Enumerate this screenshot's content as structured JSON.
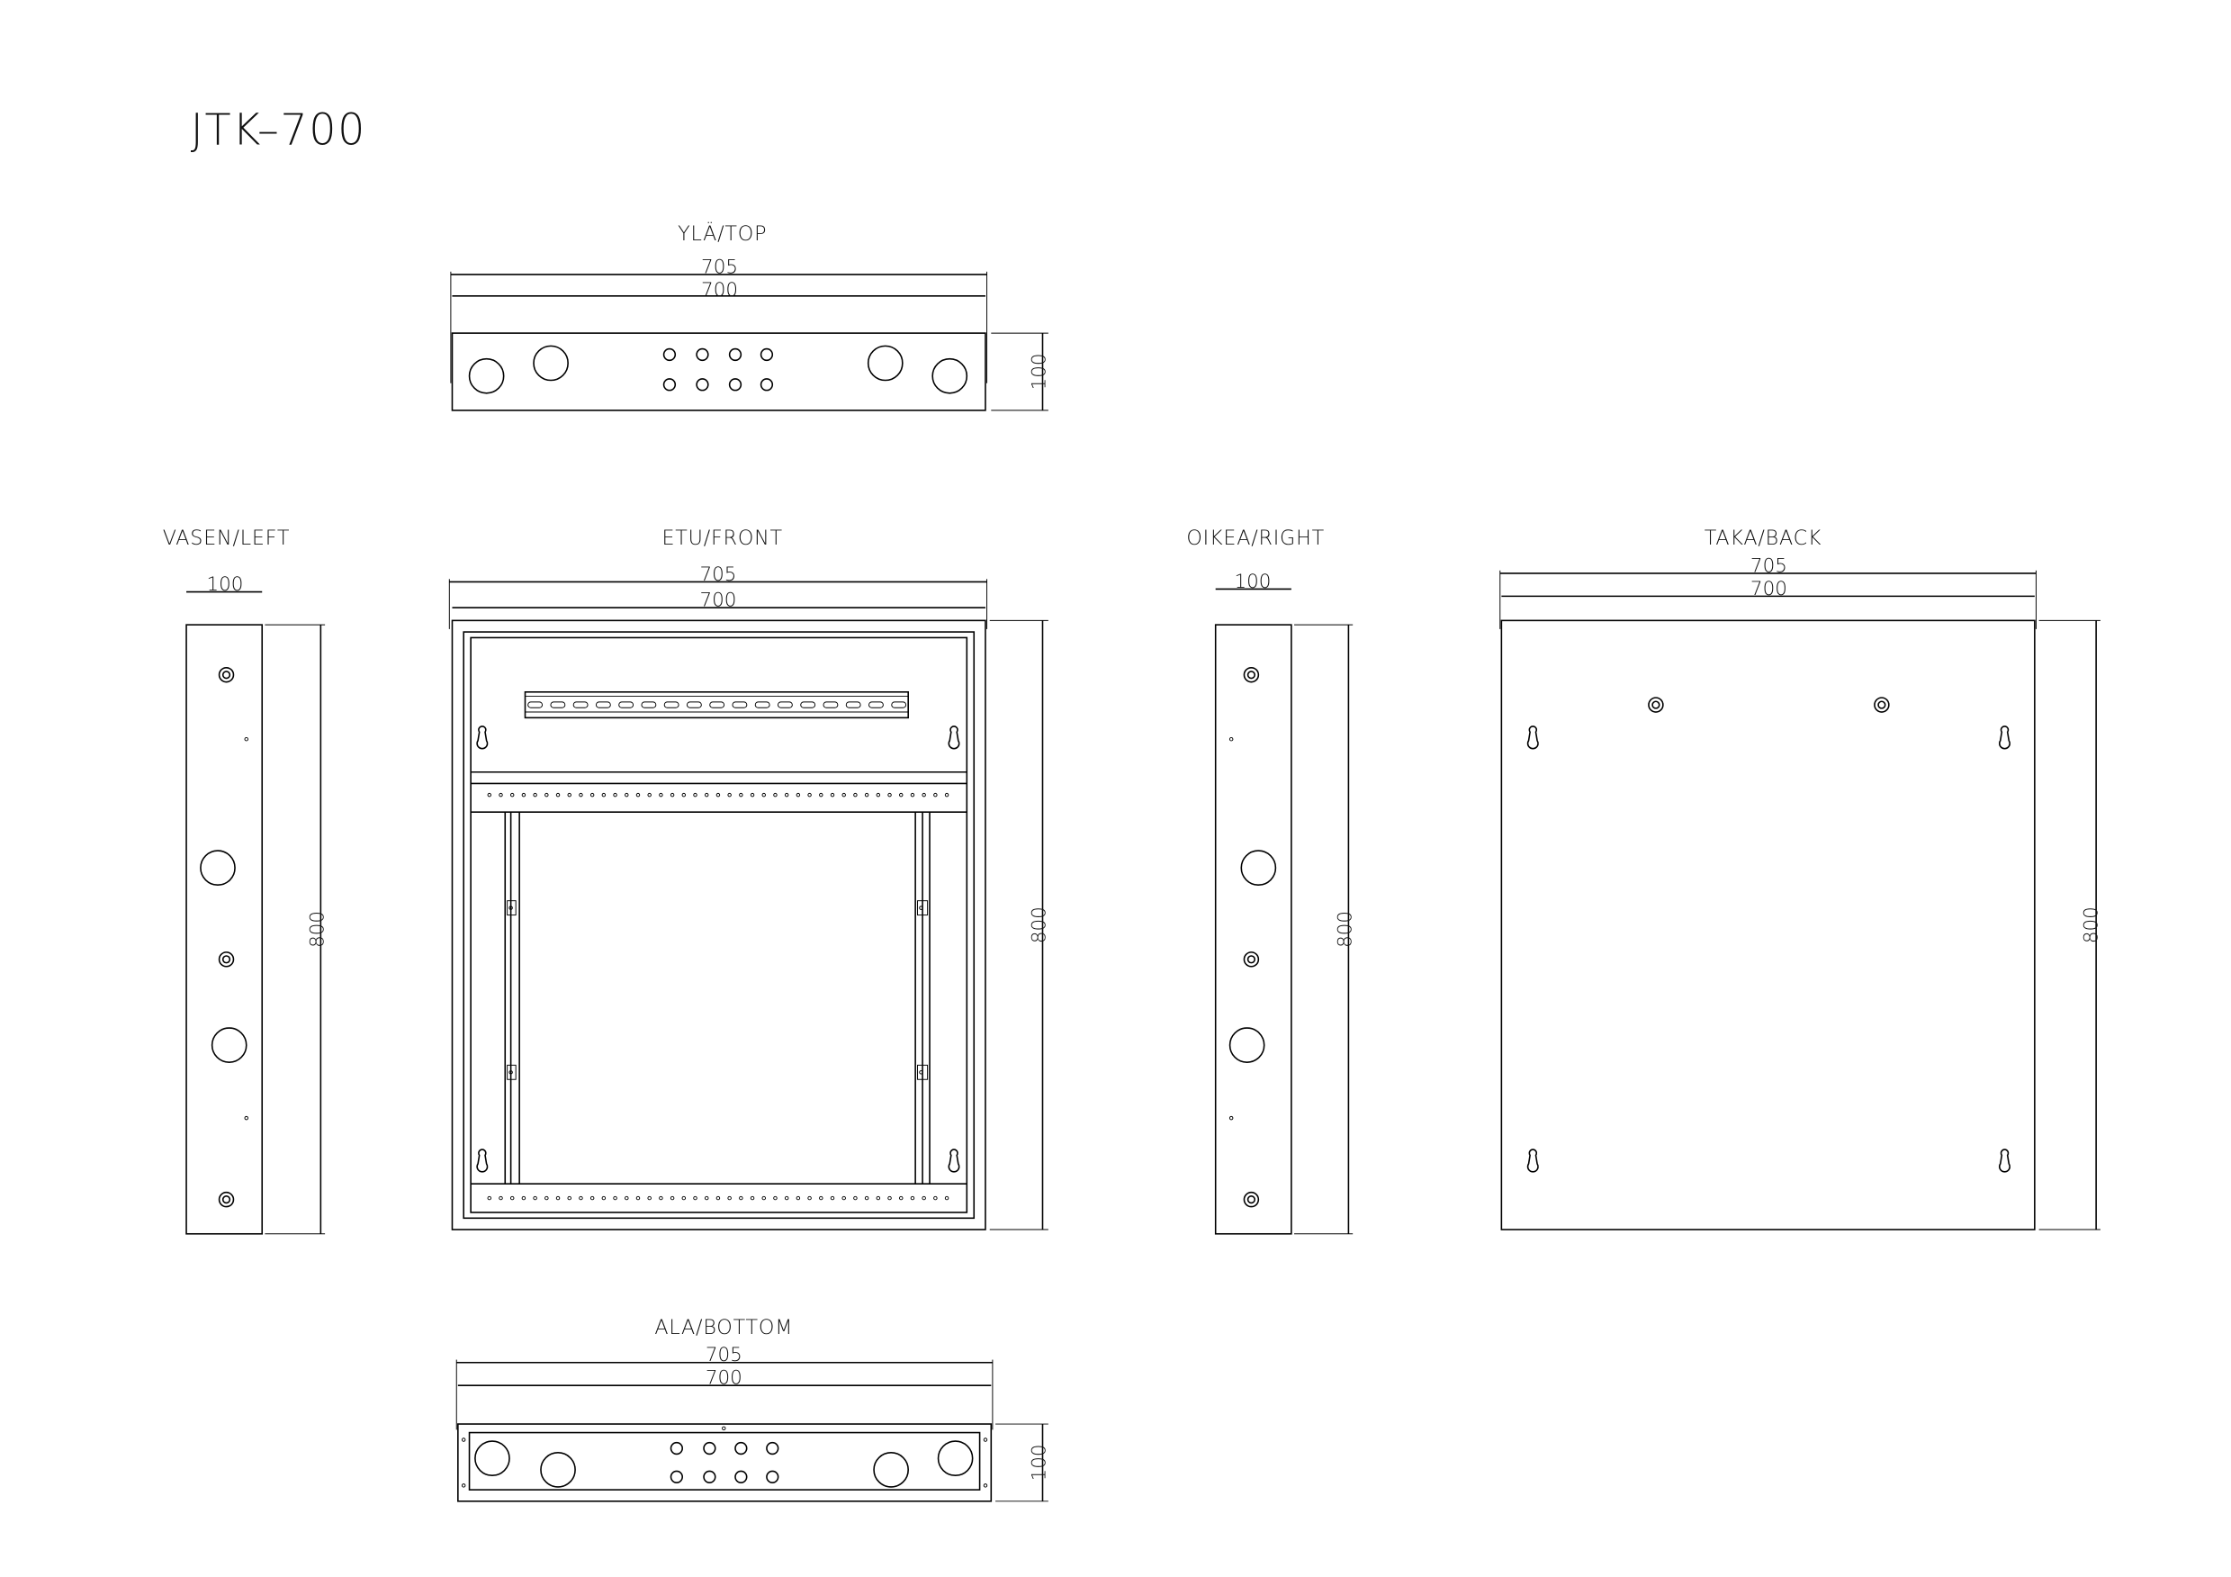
{
  "title": "JTK–700",
  "views": {
    "top": {
      "label": "YLÄ/TOP",
      "width_outer": "705",
      "width_inner": "700",
      "depth": "100"
    },
    "front": {
      "label": "ETU/FRONT",
      "width_outer": "705",
      "width_inner": "700",
      "height": "800"
    },
    "left": {
      "label": "VASEN/LEFT",
      "depth": "100",
      "height": "800"
    },
    "right": {
      "label": "OIKEA/RIGHT",
      "depth": "100",
      "height": "800"
    },
    "back": {
      "label": "TAKA/BACK",
      "width_outer": "705",
      "width_inner": "700",
      "height": "800"
    },
    "bottom": {
      "label": "ALA/BOTTOM",
      "width_outer": "705",
      "width_inner": "700",
      "depth": "100"
    }
  },
  "colors": {
    "line": "#000000",
    "background": "#ffffff"
  }
}
